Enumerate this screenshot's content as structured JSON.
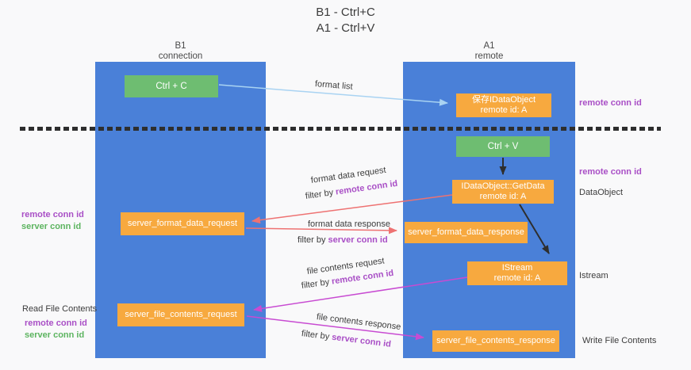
{
  "title": {
    "line1": "B1 - Ctrl+C",
    "line2": "A1 - Ctrl+V"
  },
  "columns": {
    "left": {
      "name": "B1",
      "role": "connection"
    },
    "right": {
      "name": "A1",
      "role": "remote"
    }
  },
  "boxes": {
    "ctrl_c": "Ctrl + C",
    "ctrl_v": "Ctrl + V",
    "save_line1": "保存IDataObject",
    "save_line2": "remote id: A",
    "getdata_line1": "IDataObject::GetData",
    "getdata_line2": "remote id: A",
    "istream_line1": "IStream",
    "istream_line2": "remote id: A",
    "server_format_data_request": "server_format_data_request",
    "server_format_data_response": "server_format_data_response",
    "server_file_contents_request": "server_file_contents_request",
    "server_file_contents_response": "server_file_contents_response"
  },
  "arrow_labels": {
    "format_list": "format list",
    "format_data_request": "format data request",
    "format_data_response": "format data response",
    "file_contents_request": "file contents request",
    "file_contents_response": "file contents response",
    "filter_by": "filter by",
    "remote_conn_id": "remote conn id",
    "server_conn_id": "server conn id"
  },
  "side_labels": {
    "remote_conn_id": "remote conn id",
    "server_conn_id": "server conn id",
    "dataobject": "DataObject",
    "istream": "Istream",
    "read_file_contents": "Read File Contents",
    "write_file_contents": "Write File Contents"
  },
  "colors": {
    "lane_blue": "#4a80d8",
    "box_orange": "#f7a93f",
    "box_green": "#6ebd71",
    "id_purple": "#a94fc6",
    "id_green": "#5cb45f",
    "arrow_red": "#ee7272",
    "arrow_magenta": "#c84bd2",
    "arrow_lightblue": "#a9d3f2",
    "arrow_black": "#2e2e2e"
  }
}
